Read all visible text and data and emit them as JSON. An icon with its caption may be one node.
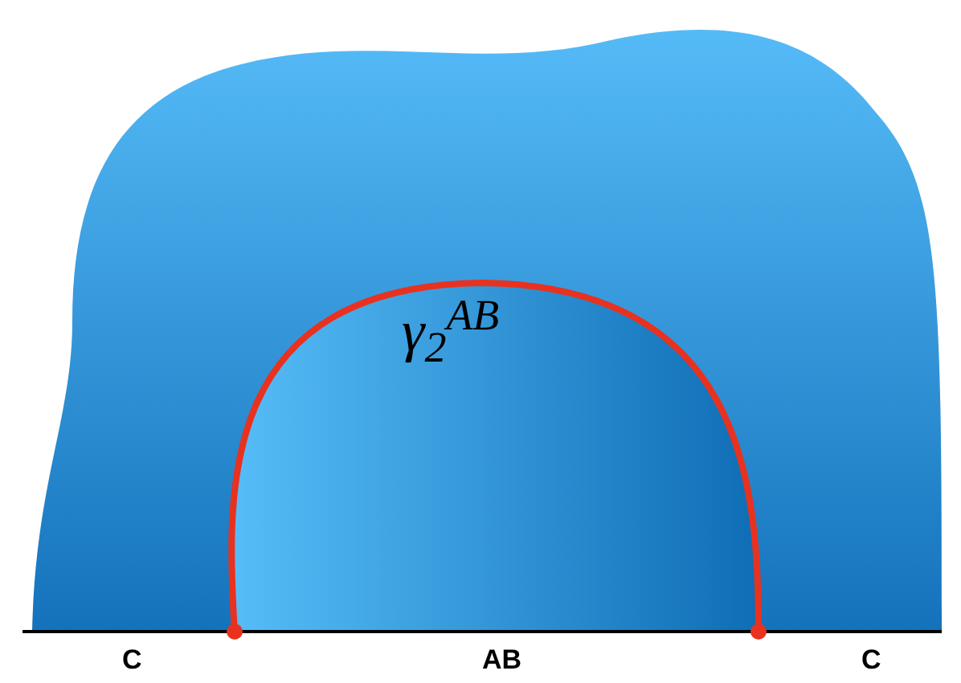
{
  "diagram": {
    "labels": [
      "γ$_{2}$$^{AB}$",
      "C",
      "AB",
      "C"
    ]
  }
}
